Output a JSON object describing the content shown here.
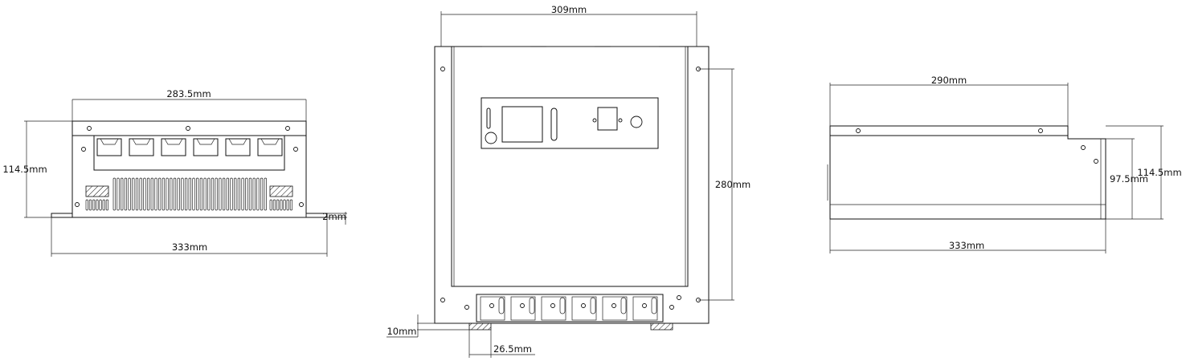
{
  "front_view": {
    "dim_top_width": "283.5mm",
    "dim_height": "114.5mm",
    "dim_bottom_width": "333mm",
    "dim_flange": "2mm"
  },
  "top_view": {
    "dim_width": "309mm",
    "dim_hole_spacing": "280mm",
    "dim_foot_height": "10mm",
    "dim_foot_width": "26.5mm"
  },
  "side_view": {
    "dim_top_length": "290mm",
    "dim_inner_height": "97.5mm",
    "dim_height": "114.5mm",
    "dim_bottom_length": "333mm"
  }
}
